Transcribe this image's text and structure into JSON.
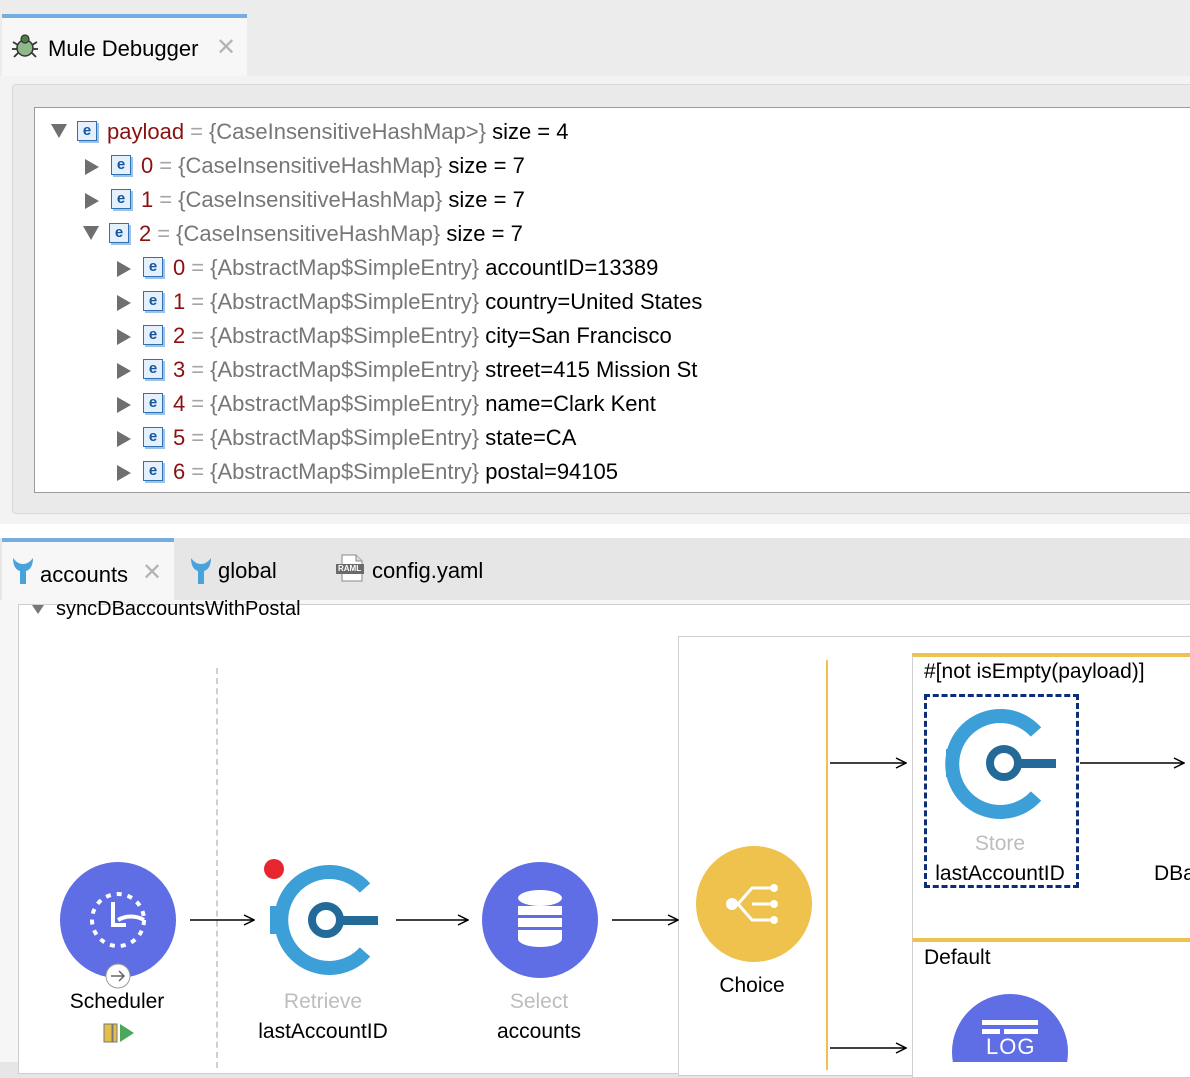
{
  "debugger": {
    "tab_label": "Mule Debugger",
    "close_glyph": "✕",
    "icon": "bug-icon",
    "tree": [
      {
        "indent": 0,
        "expanded": true,
        "name": "payload",
        "type": "{CaseInsensitiveHashMap>}",
        "value": "size = 4"
      },
      {
        "indent": 1,
        "expanded": false,
        "name": "0",
        "type": "{CaseInsensitiveHashMap}",
        "value": "size = 7"
      },
      {
        "indent": 1,
        "expanded": false,
        "name": "1",
        "type": "{CaseInsensitiveHashMap}",
        "value": "size = 7"
      },
      {
        "indent": 1,
        "expanded": true,
        "name": "2",
        "type": "{CaseInsensitiveHashMap}",
        "value": "size = 7"
      },
      {
        "indent": 2,
        "expanded": false,
        "name": "0",
        "type": "{AbstractMap$SimpleEntry}",
        "value": "accountID=13389"
      },
      {
        "indent": 2,
        "expanded": false,
        "name": "1",
        "type": "{AbstractMap$SimpleEntry}",
        "value": "country=United States"
      },
      {
        "indent": 2,
        "expanded": false,
        "name": "2",
        "type": "{AbstractMap$SimpleEntry}",
        "value": "city=San Francisco"
      },
      {
        "indent": 2,
        "expanded": false,
        "name": "3",
        "type": "{AbstractMap$SimpleEntry}",
        "value": "street=415 Mission St"
      },
      {
        "indent": 2,
        "expanded": false,
        "name": "4",
        "type": "{AbstractMap$SimpleEntry}",
        "value": "name=Clark Kent"
      },
      {
        "indent": 2,
        "expanded": false,
        "name": "5",
        "type": "{AbstractMap$SimpleEntry}",
        "value": "state=CA"
      },
      {
        "indent": 2,
        "expanded": false,
        "name": "6",
        "type": "{AbstractMap$SimpleEntry}",
        "value": "postal=94105"
      }
    ],
    "type_icon_letter": "e",
    "equals": "="
  },
  "editor_tabs": [
    {
      "label": "accounts",
      "active": true,
      "icon": "mule-icon"
    },
    {
      "label": "global",
      "active": false,
      "icon": "mule-icon"
    },
    {
      "label": "config.yaml",
      "active": false,
      "icon": "raml-file-icon"
    }
  ],
  "raml_icon_text": "RAML",
  "flow": {
    "name": "syncDBaccountsWithPostal",
    "nodes": {
      "scheduler": {
        "label": "Scheduler"
      },
      "retrieve": {
        "title": "Retrieve",
        "subtitle": "lastAccountID"
      },
      "select": {
        "title": "Select",
        "subtitle": "accounts"
      },
      "choice": {
        "label": "Choice"
      },
      "store": {
        "title": "Store",
        "subtitle": "lastAccountID"
      },
      "db": {
        "label": "DBa"
      },
      "logger": {
        "icon_text": "LOG"
      }
    },
    "routes": {
      "when": "#[not isEmpty(payload)]",
      "default": "Default"
    }
  },
  "colors": {
    "accent_blue": "#74aee0",
    "scheduler": "#5f6ee4",
    "db": "#5f6ee4",
    "connector_light": "#3c9fd8",
    "connector_dark": "#236a98",
    "choice": "#efc14d",
    "breakpoint": "#e8242e",
    "selection": "#0b2d7a"
  }
}
